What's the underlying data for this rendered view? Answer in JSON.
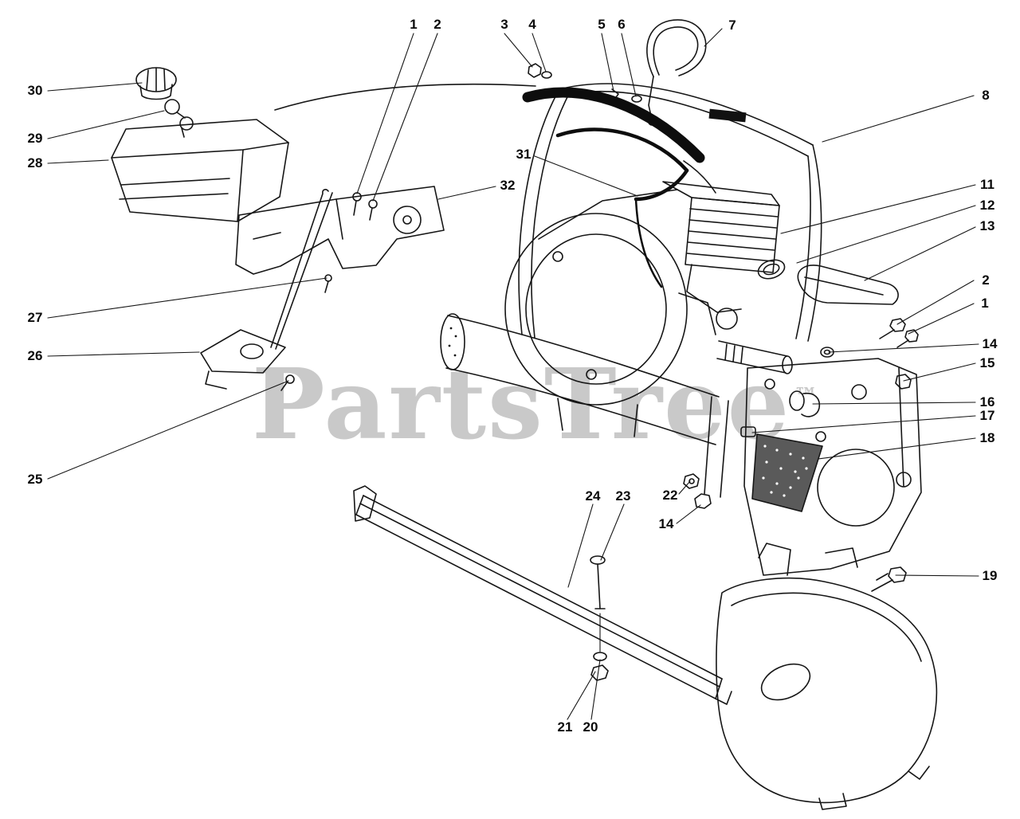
{
  "watermark": {
    "text": "PartsTree",
    "trademark": "™"
  },
  "colors": {
    "background": "#ffffff",
    "line": "#161616",
    "watermark": "#c9c9c9"
  },
  "diagram": {
    "type": "exploded-parts-diagram",
    "subject": "engine and frame assembly",
    "callouts": [
      {
        "label": "30"
      },
      {
        "label": "29"
      },
      {
        "label": "28"
      },
      {
        "label": "27"
      },
      {
        "label": "26"
      },
      {
        "label": "25"
      },
      {
        "label": "1"
      },
      {
        "label": "2"
      },
      {
        "label": "3"
      },
      {
        "label": "4"
      },
      {
        "label": "5"
      },
      {
        "label": "6"
      },
      {
        "label": "7"
      },
      {
        "label": "8"
      },
      {
        "label": "31"
      },
      {
        "label": "32"
      },
      {
        "label": "11"
      },
      {
        "label": "12"
      },
      {
        "label": "13"
      },
      {
        "label": "2"
      },
      {
        "label": "1"
      },
      {
        "label": "14"
      },
      {
        "label": "15"
      },
      {
        "label": "16"
      },
      {
        "label": "17"
      },
      {
        "label": "18"
      },
      {
        "label": "19"
      },
      {
        "label": "24"
      },
      {
        "label": "23"
      },
      {
        "label": "22"
      },
      {
        "label": "14"
      },
      {
        "label": "21"
      },
      {
        "label": "20"
      }
    ]
  }
}
